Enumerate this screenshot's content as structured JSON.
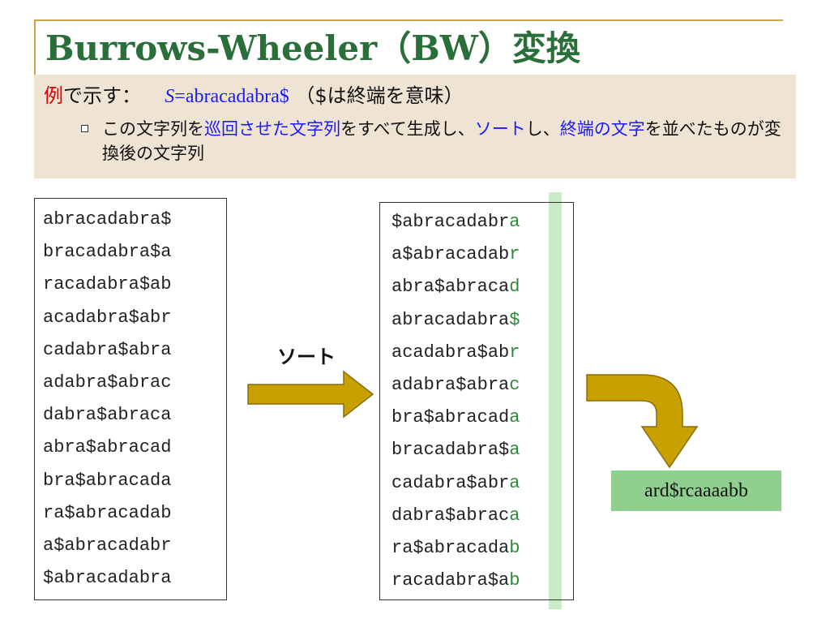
{
  "title": "Burrows-Wheeler（BW）変換",
  "example": {
    "label_red": "例",
    "label_rest": "で示す：",
    "s_var": "S",
    "s_eq": "=",
    "s_value": "abracadabra$",
    "note": "（$は終端を意味）"
  },
  "description": {
    "part1": "この文字列を",
    "part2_blue": "巡回させた文字列",
    "part3": "をすべて生成し、",
    "part4_blue": "ソート",
    "part5": "し、",
    "part6_blue": "終端の文字",
    "part7": "を並べたものが変換後の文字列"
  },
  "rotations": [
    "abracadabra$",
    "bracadabra$a",
    "racadabra$ab",
    "acadabra$abr",
    "cadabra$abra",
    "adabra$abrac",
    "dabra$abraca",
    "abra$abracad",
    "bra$abracada",
    "ra$abracadab",
    "a$abracadabr",
    "$abracadabra"
  ],
  "sort_label": "ソート",
  "sorted": [
    {
      "head": "$abracadabr",
      "last": "a"
    },
    {
      "head": "a$abracadab",
      "last": "r"
    },
    {
      "head": "abra$abraca",
      "last": "d"
    },
    {
      "head": "abracadabra",
      "last": "$"
    },
    {
      "head": "acadabra$ab",
      "last": "r"
    },
    {
      "head": "adabra$abra",
      "last": "c"
    },
    {
      "head": "bra$abracad",
      "last": "a"
    },
    {
      "head": "bracadabra$",
      "last": "a"
    },
    {
      "head": "cadabra$abr",
      "last": "a"
    },
    {
      "head": "dabra$abrac",
      "last": "a"
    },
    {
      "head": "ra$abracada",
      "last": "b"
    },
    {
      "head": "racadabra$a",
      "last": "b"
    }
  ],
  "result": "ard$rcaaaabb",
  "colors": {
    "title_green": "#2a6e3a",
    "accent_gold": "#c9a64a",
    "arrow_gold": "#c8a000",
    "highlight_green": "#c8ebc8",
    "result_green": "#8fd08f",
    "blue": "#1a1aff",
    "red": "#e00000"
  }
}
